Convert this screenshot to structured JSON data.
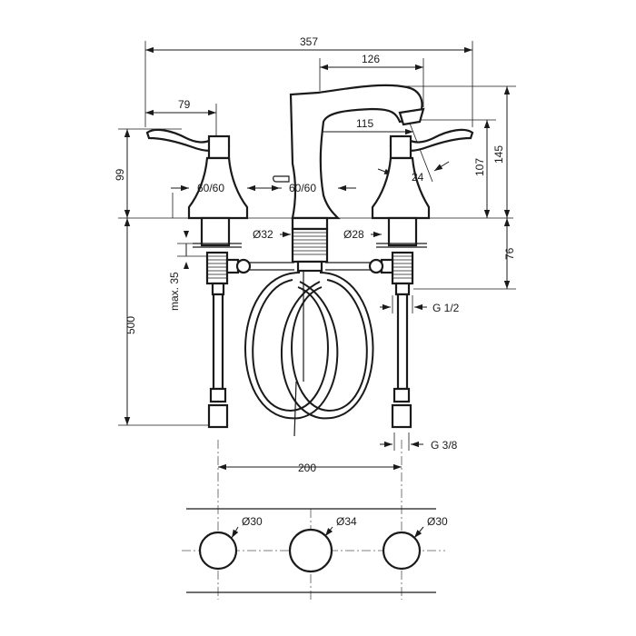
{
  "dimensions": {
    "overall_width": "357",
    "spout_reach": "126",
    "handle_reach": "79",
    "spout_offset": "115",
    "handle_height": "99",
    "spout_height": "107",
    "total_height": "145",
    "flow_angle": "24",
    "left_escutcheon": "60/60",
    "center_escutcheon": "60/60",
    "center_hole": "Ø32",
    "side_hole": "Ø28",
    "below_deck": "76",
    "max_clamp": "max. 35",
    "hose_length": "500",
    "inlet_thread": "G 1/2",
    "outlet_thread": "G 3/8",
    "center_spacing": "200"
  },
  "cutout": {
    "left_hole": "Ø30",
    "center_hole": "Ø34",
    "right_hole": "Ø30"
  }
}
